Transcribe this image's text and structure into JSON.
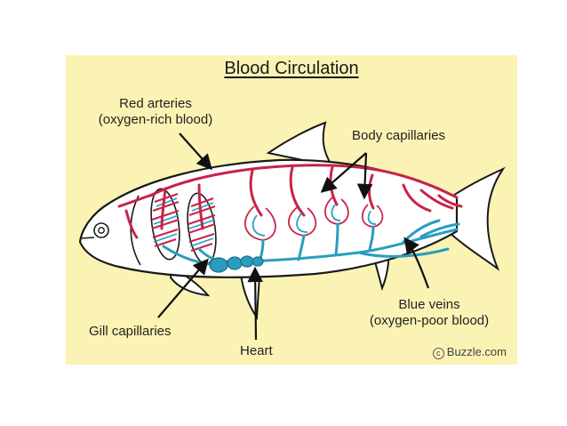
{
  "diagram": {
    "title": "Blood Circulation",
    "labels": {
      "red_arteries": "Red arteries",
      "red_arteries_sub": "(oxygen-rich blood)",
      "body_capillaries": "Body capillaries",
      "gill_capillaries": "Gill capillaries",
      "heart": "Heart",
      "blue_veins": "Blue veins",
      "blue_veins_sub": "(oxygen-poor blood)"
    },
    "credit": "Buzzle.com",
    "colors": {
      "background": "#fbf3b4",
      "fish_fill": "#ffffff",
      "outline": "#1a1a1a",
      "artery_red": "#c8234a",
      "vein_blue": "#2a9dbf"
    }
  }
}
